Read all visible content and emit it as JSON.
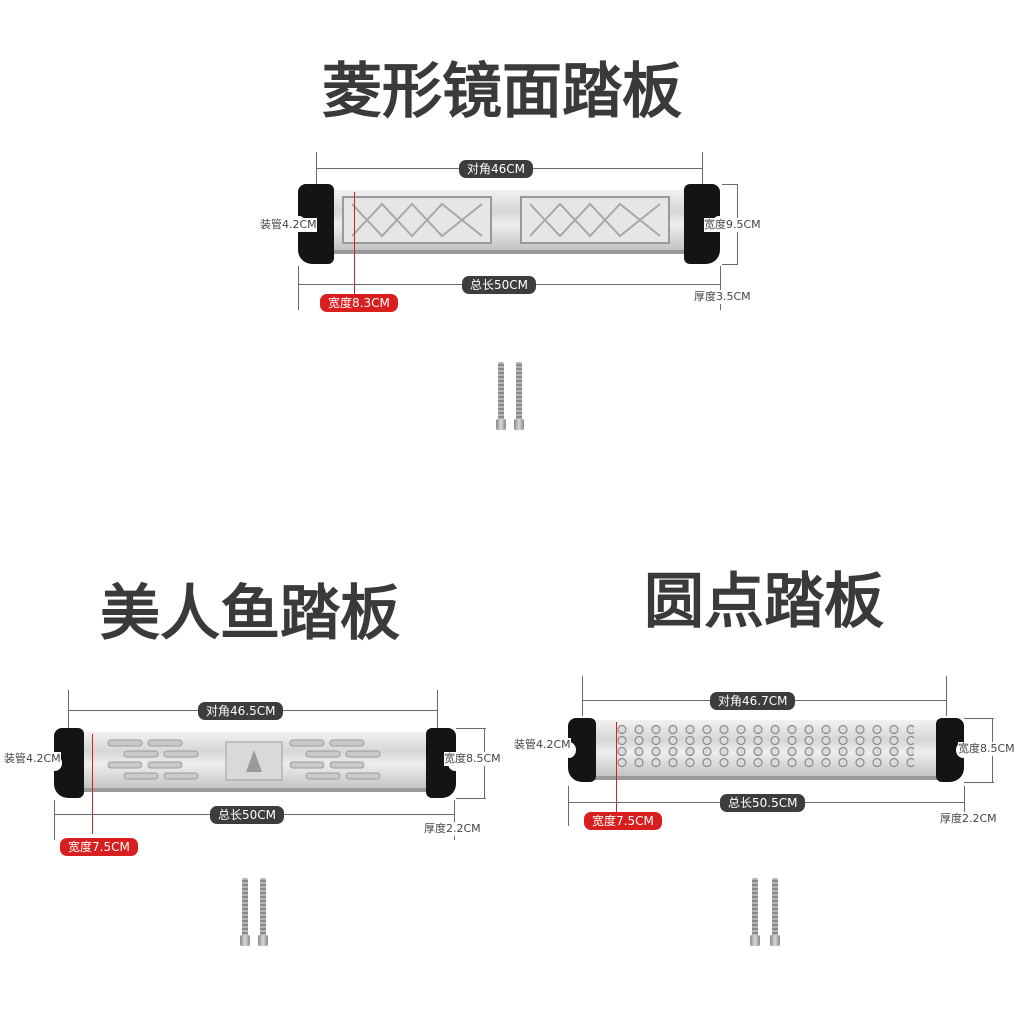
{
  "products": [
    {
      "title": "菱形镜面踏板",
      "diagonal": "对角46CM",
      "total_length": "总长50CM",
      "pipe": "装管4.2CM",
      "width": "宽度9.5CM",
      "inner_width": "宽度8.3CM",
      "thickness": "厚度3.5CM"
    },
    {
      "title": "美人鱼踏板",
      "diagonal": "对角46.5CM",
      "total_length": "总长50CM",
      "pipe": "装管4.2CM",
      "width": "宽度8.5CM",
      "inner_width": "宽度7.5CM",
      "thickness": "厚度2.2CM"
    },
    {
      "title": "圆点踏板",
      "diagonal": "对角46.7CM",
      "total_length": "总长50.5CM",
      "pipe": "装管4.2CM",
      "width": "宽度8.5CM",
      "inner_width": "宽度7.5CM",
      "thickness": "厚度2.2CM"
    }
  ],
  "colors": {
    "title": "#3a3a3a",
    "pill": "#3d3d3d",
    "accent_red": "#d81e1e",
    "cap": "#141414"
  }
}
